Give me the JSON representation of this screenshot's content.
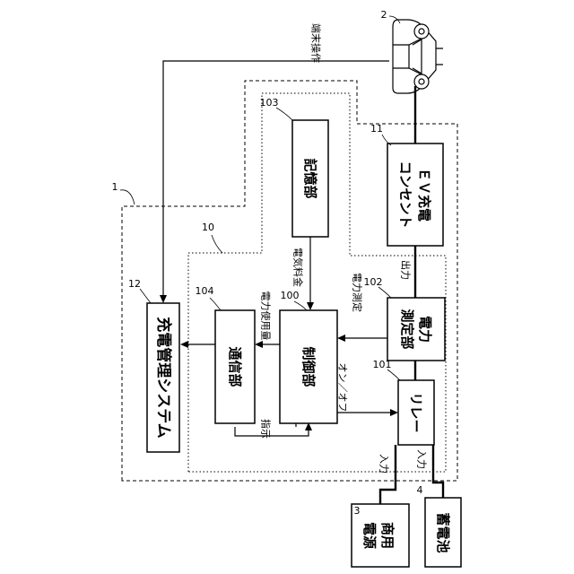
{
  "blocks": {
    "charging_system": "充電管理システム",
    "communication": "通信部",
    "control": "制御部",
    "storage": "記憶部",
    "relay": "リレー",
    "power_meter": [
      "電力",
      "測定部"
    ],
    "ev_outlet": [
      "ＥＶ充電",
      "コンセント"
    ],
    "commercial_power": [
      "商用",
      "電源"
    ],
    "battery": "蓄電池"
  },
  "labels": {
    "terminal_operation": "端末操作",
    "instruction": "指示",
    "power_usage": "電力使用量",
    "electricity_charge": "電気料金",
    "on_off": "オン／オフ",
    "power_measurement": "電力測定",
    "output": "出力",
    "input_top": "入力",
    "input_bottom": "入力"
  },
  "refs": {
    "device": "1",
    "car": "2",
    "commercial_power": "3",
    "battery": "4",
    "controller": "10",
    "outlet": "11",
    "charging_system": "12",
    "control": "100",
    "relay": "101",
    "power_meter": "102",
    "storage": "103",
    "communication": "104"
  }
}
